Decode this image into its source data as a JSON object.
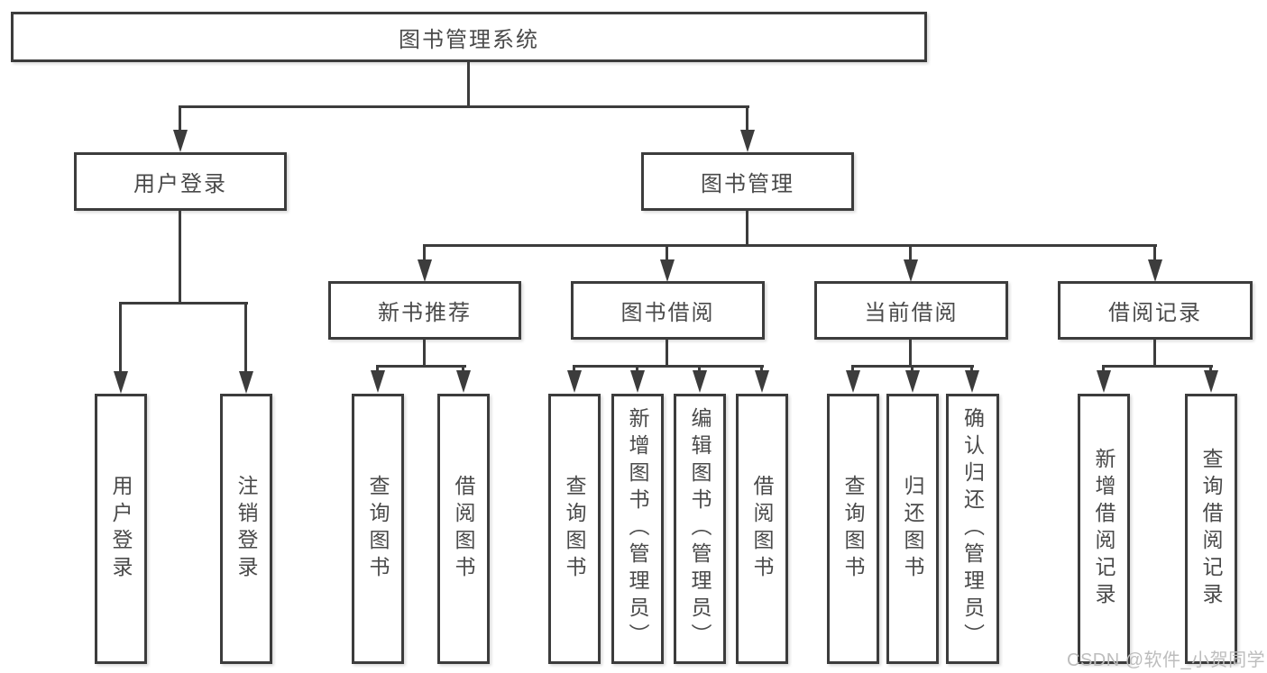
{
  "tree": {
    "root": "图书管理系统",
    "children": [
      {
        "label": "用户登录",
        "children": [
          {
            "label": "用户登录"
          },
          {
            "label": "注销登录"
          }
        ]
      },
      {
        "label": "图书管理",
        "children": [
          {
            "label": "新书推荐",
            "children": [
              {
                "label": "查询图书"
              },
              {
                "label": "借阅图书"
              }
            ]
          },
          {
            "label": "图书借阅",
            "children": [
              {
                "label": "查询图书"
              },
              {
                "label": "新增图书（管理员）"
              },
              {
                "label": "编辑图书（管理员）"
              },
              {
                "label": "借阅图书"
              }
            ]
          },
          {
            "label": "当前借阅",
            "children": [
              {
                "label": "查询图书"
              },
              {
                "label": "归还图书"
              },
              {
                "label": "确认归还（管理员）"
              }
            ]
          },
          {
            "label": "借阅记录",
            "children": [
              {
                "label": "新增借阅记录"
              },
              {
                "label": "查询借阅记录"
              }
            ]
          }
        ]
      }
    ]
  },
  "watermark": "CSDN @软件_小贺同学",
  "colors": {
    "line": "#3c3c3c",
    "text": "#4a4a4a",
    "watermark": "#bdbdbd",
    "background": "#ffffff"
  }
}
